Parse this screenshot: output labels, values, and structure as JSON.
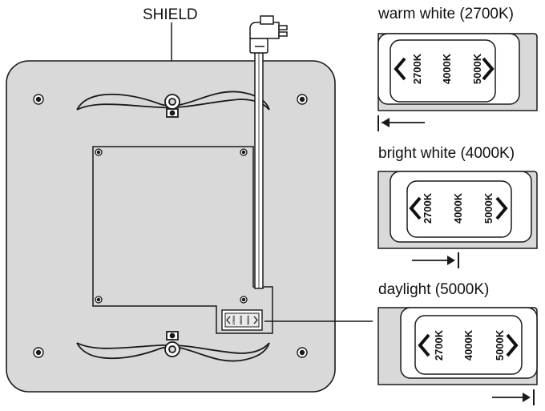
{
  "shield_label": "SHIELD",
  "switch_options": [
    {
      "caption": "warm white (2700K)",
      "setting": "2700K"
    },
    {
      "caption": "bright white (4000K)",
      "setting": "4000K"
    },
    {
      "caption": "daylight (5000K)",
      "setting": "5000K"
    }
  ],
  "switch_positions": [
    "2700K",
    "4000K",
    "5000K"
  ],
  "colors": {
    "panel_fill": "#d9d9d9",
    "stroke": "#1a1a1a",
    "switch_fill": "#eaeaea"
  }
}
